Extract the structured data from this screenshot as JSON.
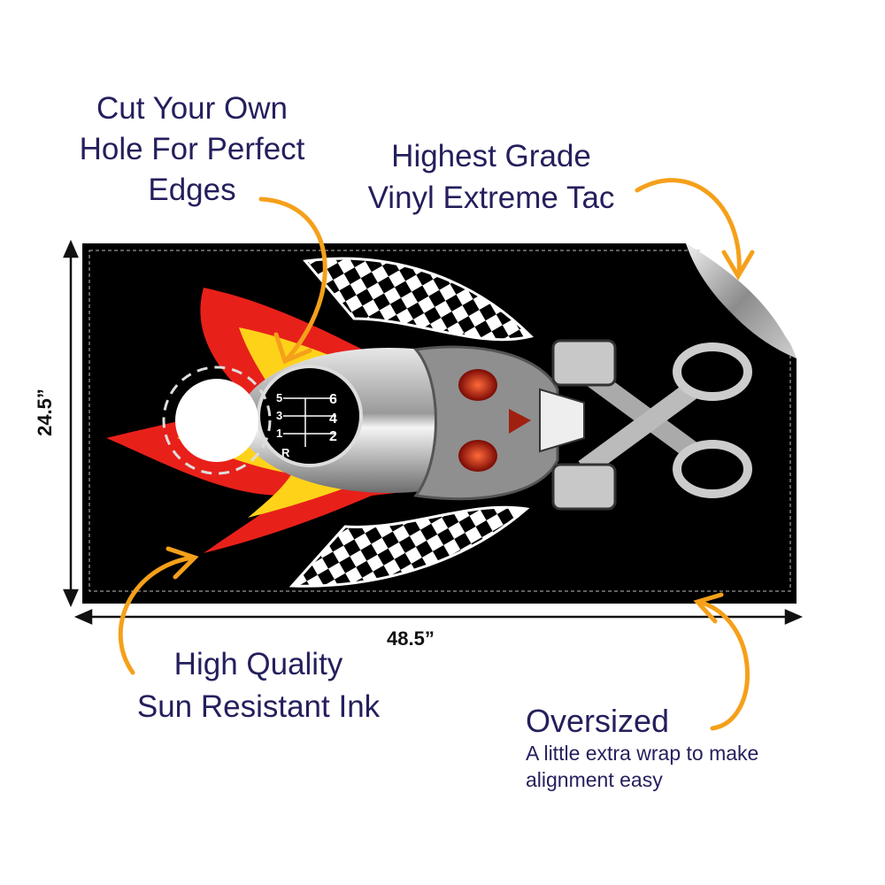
{
  "callouts": {
    "cut_hole": {
      "lines": [
        "Cut Your Own",
        "Hole For Perfect",
        "Edges"
      ]
    },
    "vinyl": {
      "lines": [
        "Highest Grade",
        "Vinyl Extreme Tac"
      ]
    },
    "ink": {
      "lines": [
        "High Quality",
        "Sun Resistant Ink"
      ]
    },
    "oversized": {
      "title": "Oversized",
      "lines": [
        "A little extra wrap to make",
        "alignment easy"
      ]
    }
  },
  "dimensions": {
    "height": "24.5”",
    "width": "48.5”"
  },
  "shifter": {
    "gears": [
      "R",
      "1",
      "3",
      "5",
      "2",
      "4",
      "6"
    ]
  },
  "colors": {
    "text": "#241f5c",
    "accent": "#f5a01a",
    "board": "#000000",
    "flame_red": "#e8201a",
    "flame_yellow": "#ffd21a"
  }
}
